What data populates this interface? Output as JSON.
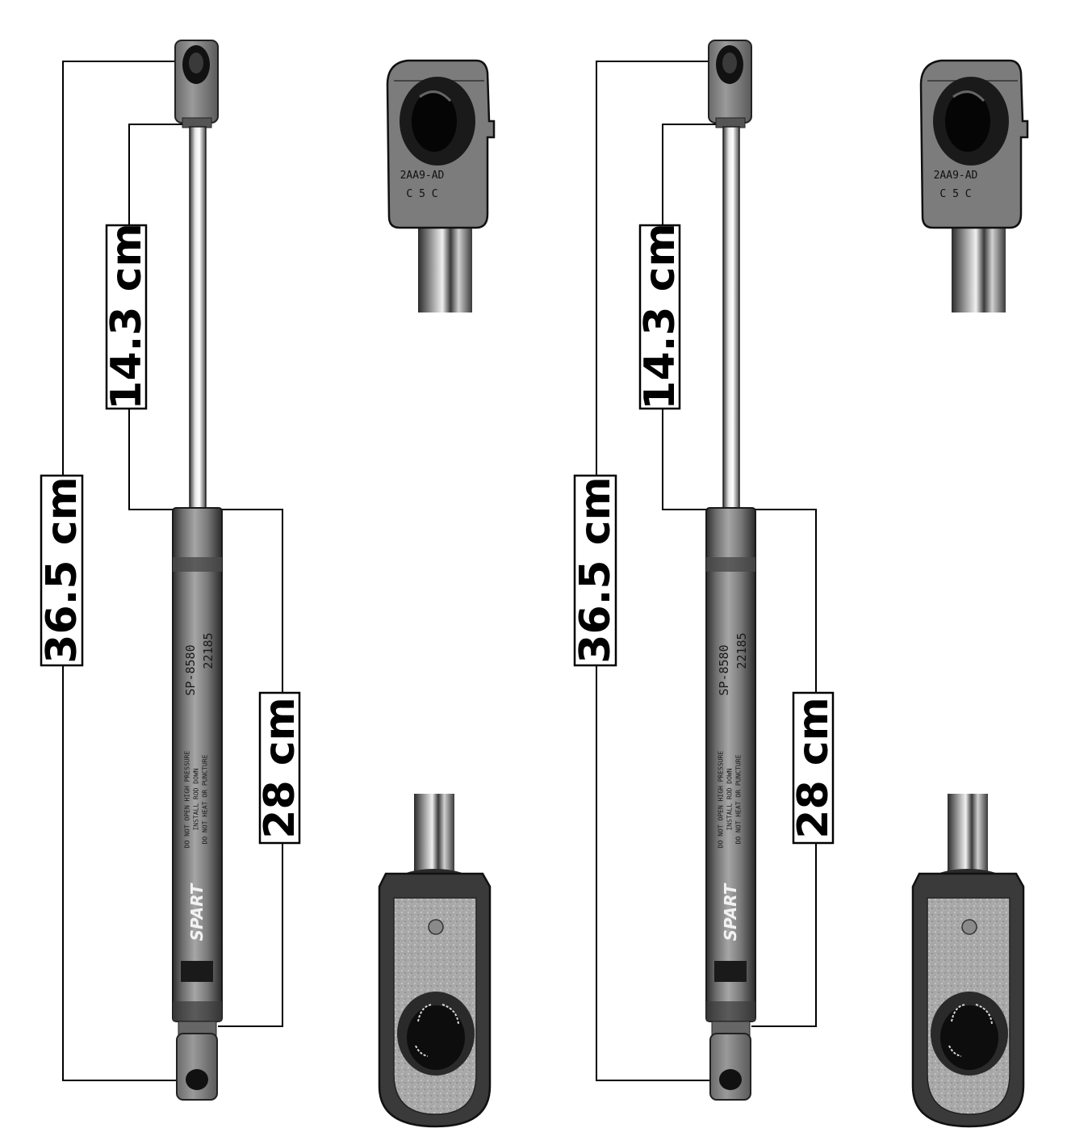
{
  "dimensions": {
    "total_length": "36.5 cm",
    "rod_length": "14.3 cm",
    "cylinder_length": "28 cm"
  },
  "strut_label": {
    "brand": "SPART",
    "part_number": "SP-8580",
    "code": "22185",
    "warning_lines": [
      "DO NOT OPEN HIGH PRESSURE",
      "INSTALL ROD DOWN",
      "DO NOT HEAT OR PUNCTURE"
    ]
  },
  "end_fitting": {
    "stamp_top": "2AA9-AD",
    "stamp_bottom": "C 5 C"
  },
  "colors": {
    "line": "#000000",
    "metal_dark": "#3a3a3a",
    "metal_mid": "#8c8c8c",
    "metal_light": "#e6e6e6",
    "fitting_bottom": "#a9a9a9"
  }
}
